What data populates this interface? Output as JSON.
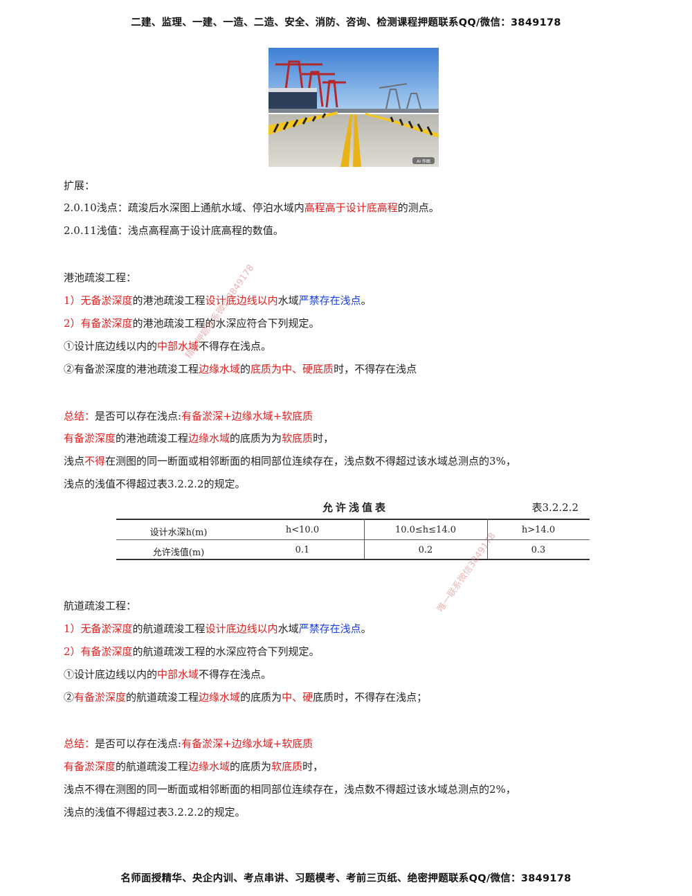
{
  "header": "二建、监理、一建、一造、二造、安全、消防、咨询、检测课程押题联系QQ/微信：3849178",
  "footer": "名师面授精华、央企内训、考点串讲、习题模考、考前三页纸、绝密押题联系QQ/微信：3849178",
  "photo_badge": "AI 作图",
  "expand": {
    "title": "扩展：",
    "l1a": "2.0.10浅点：疏浚后水深图上通航水域、停泊水域内",
    "l1b": "高程高于设计底高程",
    "l1c": "的测点。",
    "l2": "2.0.11浅值：浅点高程高于设计底高程的数值。"
  },
  "harbor": {
    "title": "港池疏浚工程：",
    "r1a": "1）无备淤深度",
    "r1b": "的港池疏浚工程",
    "r1c": "设计底边线以内",
    "r1d": "水域",
    "r1e": "严禁存在浅点",
    "r1f": "。",
    "r2a": "2）有备淤深度",
    "r2b": "的港池疏浚工程的水深应符合下列规定。",
    "r3a": "①设计底边线以内的",
    "r3b": "中部水域",
    "r3c": "不得存在浅点。",
    "r4a": "②有备淤深度的港池疏浚工程",
    "r4b": "边缘水域",
    "r4c": "的",
    "r4d": "底质为中、硬底质",
    "r4e": "时，不得存在浅点",
    "s1a": "总结：",
    "s1b": "是否可以存在浅点:",
    "s1c": "有备淤深+边缘水域+软底质",
    "s2a": "有备淤深度",
    "s2b": "的港池疏浚工程",
    "s2c": "边缘水域",
    "s2d": "的底质为为",
    "s2e": "软底质",
    "s2f": "时，",
    "s3a": "浅点",
    "s3b": "不得",
    "s3c": "在测图的同一断面或相邻断面的相同部位连续存在，浅点数不得超过该水域总测点的3%，",
    "s4": "浅点的浅值不得超过表3.2.2.2的规定。"
  },
  "table": {
    "title": "允许浅值表",
    "number": "表3.2.2.2",
    "row1": [
      "设计水深h(m)",
      "h<10.0",
      "10.0≤h≤14.0",
      "h>14.0"
    ],
    "row2": [
      "允许浅值(m)",
      "0.1",
      "0.2",
      "0.3"
    ]
  },
  "channel": {
    "title": "航道疏浚工程：",
    "r1a": "1）无备淤深度",
    "r1b": "的航道疏浚工程",
    "r1c": "设计底边线以内",
    "r1d": "水域",
    "r1e": "严禁存在浅点",
    "r1f": "。",
    "r2a": "2）有备淤深度",
    "r2b": "的航道疏泼工程的水深应符合下列规定。",
    "r3a": "①设计底边线以内的",
    "r3b": "中部水域",
    "r3c": "不得存在浅点。",
    "r4a": "②",
    "r4b": "有备淤深度",
    "r4c": "的航道疏浚工程",
    "r4d": "边缘水域",
    "r4e": "的底质为",
    "r4f": "中、硬",
    "r4g": "底质时，不得存在浅点；",
    "s1a": "总结：",
    "s1b": "是否可以存在浅点:",
    "s1c": "有备淤深+边缘水域+软底质",
    "s2a": "有备淤深度",
    "s2b": "的航道疏浚工程",
    "s2c": "边缘水域",
    "s2d": "的底质为",
    "s2e": "软底质",
    "s2f": "时，",
    "s3": "浅点不得在测图的同一断面或相邻断面的相同部位连续存在，浅点数不得超过该水域总测点的2%，",
    "s4": "浅点的浅值不得超过表3.2.2.2的规定。"
  },
  "watermarks": [
    "精准押题联系微信3849178",
    "唯一联系微信3849178"
  ]
}
